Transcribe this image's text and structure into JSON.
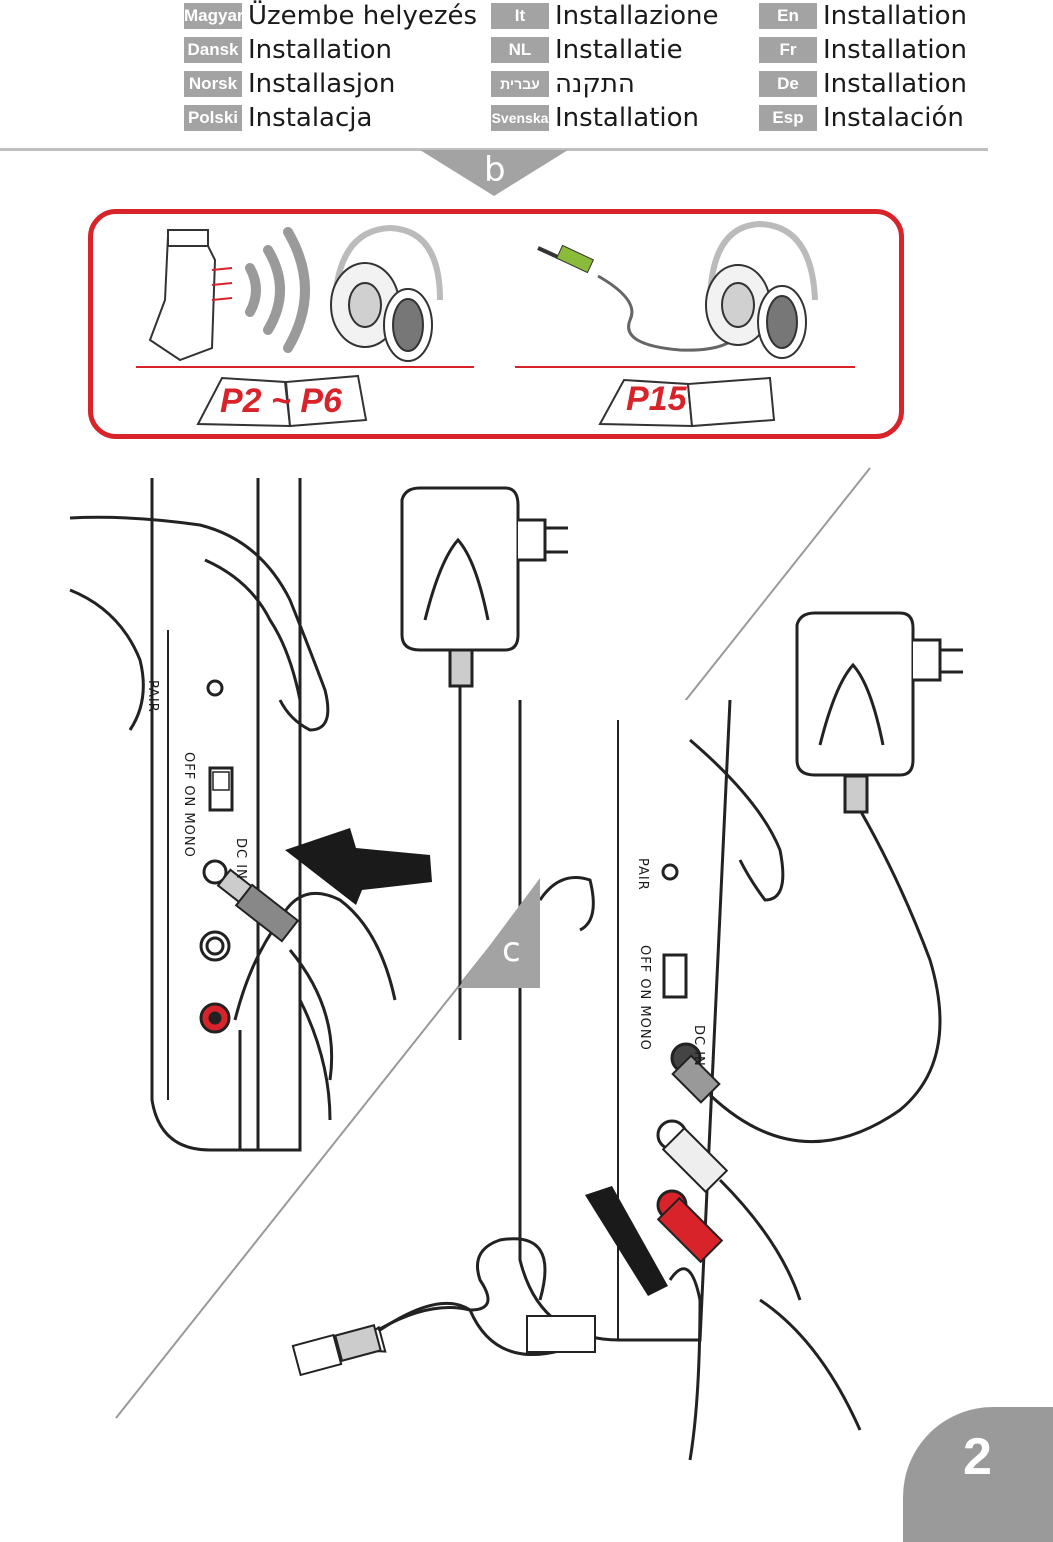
{
  "languages": {
    "col1": [
      {
        "code": "Magyar",
        "word": "Üzembe helyezés"
      },
      {
        "code": "Dansk",
        "word": "Installation"
      },
      {
        "code": "Norsk",
        "word": "Installasjon"
      },
      {
        "code": "Polski",
        "word": "Instalacja"
      }
    ],
    "col2": [
      {
        "code": "It",
        "word": "Installazione"
      },
      {
        "code": "NL",
        "word": "Installatie"
      },
      {
        "code": "עברית",
        "word": "התקנה"
      },
      {
        "code": "Svenska",
        "word": "Installation"
      }
    ],
    "col3": [
      {
        "code": "En",
        "word": "Installation"
      },
      {
        "code": "Fr",
        "word": "Installation"
      },
      {
        "code": "De",
        "word": "Installation"
      },
      {
        "code": "Esp",
        "word": "Instalación"
      }
    ]
  },
  "steps": {
    "b": "b",
    "c": "c"
  },
  "references": {
    "left": "P2 ~ P6",
    "right": "P15"
  },
  "device_labels": {
    "pair": "PAIR",
    "switch": "OFF ON MONO",
    "dcin": "DC IN"
  },
  "page_number": "2",
  "colors": {
    "accent_red": "#d8232a",
    "tab_gray": "#a3a3a3"
  }
}
